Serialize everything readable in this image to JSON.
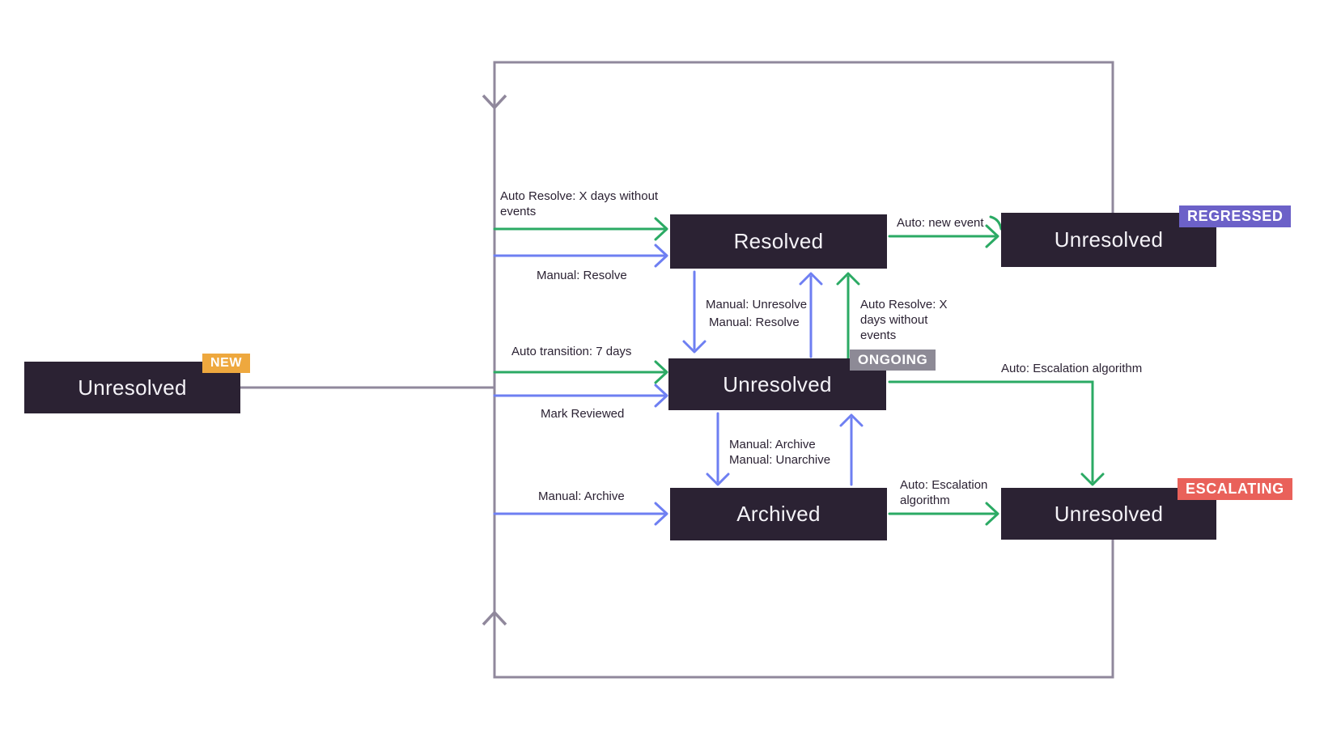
{
  "diagram": "issue-state-lifecycle",
  "colors": {
    "box_bg": "#2B2233",
    "box_text": "#F4F2F7",
    "arrow_green": "#2BAA64",
    "arrow_blue": "#6E7FF2",
    "loop_gray": "#90889C",
    "badge_new": "#EEA83E",
    "badge_ongoing": "#8D8A96",
    "badge_regressed": "#6C61C8",
    "badge_escalating": "#E9615A",
    "label_text": "#2B2233",
    "background": "#FFFFFF"
  },
  "states": {
    "new": {
      "label": "Unresolved",
      "badge": "NEW"
    },
    "resolved": {
      "label": "Resolved"
    },
    "ongoing": {
      "label": "Unresolved",
      "badge": "ONGOING"
    },
    "archived": {
      "label": "Archived"
    },
    "regressed": {
      "label": "Unresolved",
      "badge": "REGRESSED"
    },
    "escalating": {
      "label": "Unresolved",
      "badge": "ESCALATING"
    }
  },
  "edges": {
    "auto_resolve_to_resolved": "Auto Resolve: X days without events",
    "manual_resolve_to_resolved": "Manual: Resolve",
    "auto_transition_7_days": "Auto transition: 7 days",
    "mark_reviewed": "Mark Reviewed",
    "manual_archive_to_archived": "Manual: Archive",
    "auto_new_event": "Auto: new event",
    "manual_unresolve": "Manual: Unresolve",
    "manual_resolve_up": "Manual: Resolve",
    "auto_resolve_up": "Auto Resolve: X days without events",
    "manual_archive_down": "Manual: Archive",
    "manual_unarchive_up": "Manual: Unarchive",
    "auto_escalation_from_ongoing": "Auto: Escalation algorithm",
    "auto_escalation_from_archived": "Auto: Escalation algorithm"
  }
}
